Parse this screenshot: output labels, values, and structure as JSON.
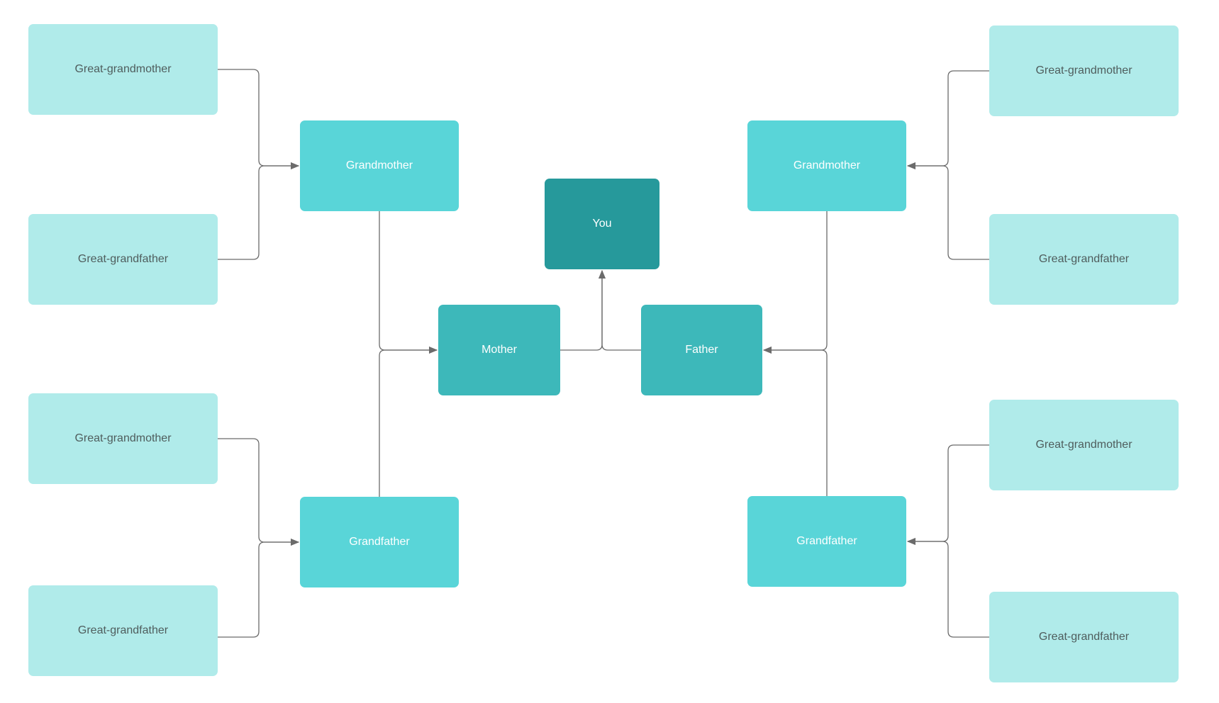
{
  "diagram": {
    "you": "You",
    "mother": "Mother",
    "father": "Father",
    "maternal_grandmother": "Grandmother",
    "maternal_grandfather": "Grandfather",
    "paternal_grandmother": "Grandmother",
    "paternal_grandfather": "Grandfather",
    "maternal_grandmother_mother": "Great-grandmother",
    "maternal_grandmother_father": "Great-grandfather",
    "maternal_grandfather_mother": "Great-grandmother",
    "maternal_grandfather_father": "Great-grandfather",
    "paternal_grandmother_mother": "Great-grandmother",
    "paternal_grandmother_father": "Great-grandfather",
    "paternal_grandfather_mother": "Great-grandmother",
    "paternal_grandfather_father": "Great-grandfather"
  },
  "colors": {
    "great_grandparent_fill": "#b0ebea",
    "grandparent_fill": "#59d5d8",
    "parent_fill": "#3db8ba",
    "you_fill": "#26999b",
    "connector": "#6b6b6b"
  }
}
